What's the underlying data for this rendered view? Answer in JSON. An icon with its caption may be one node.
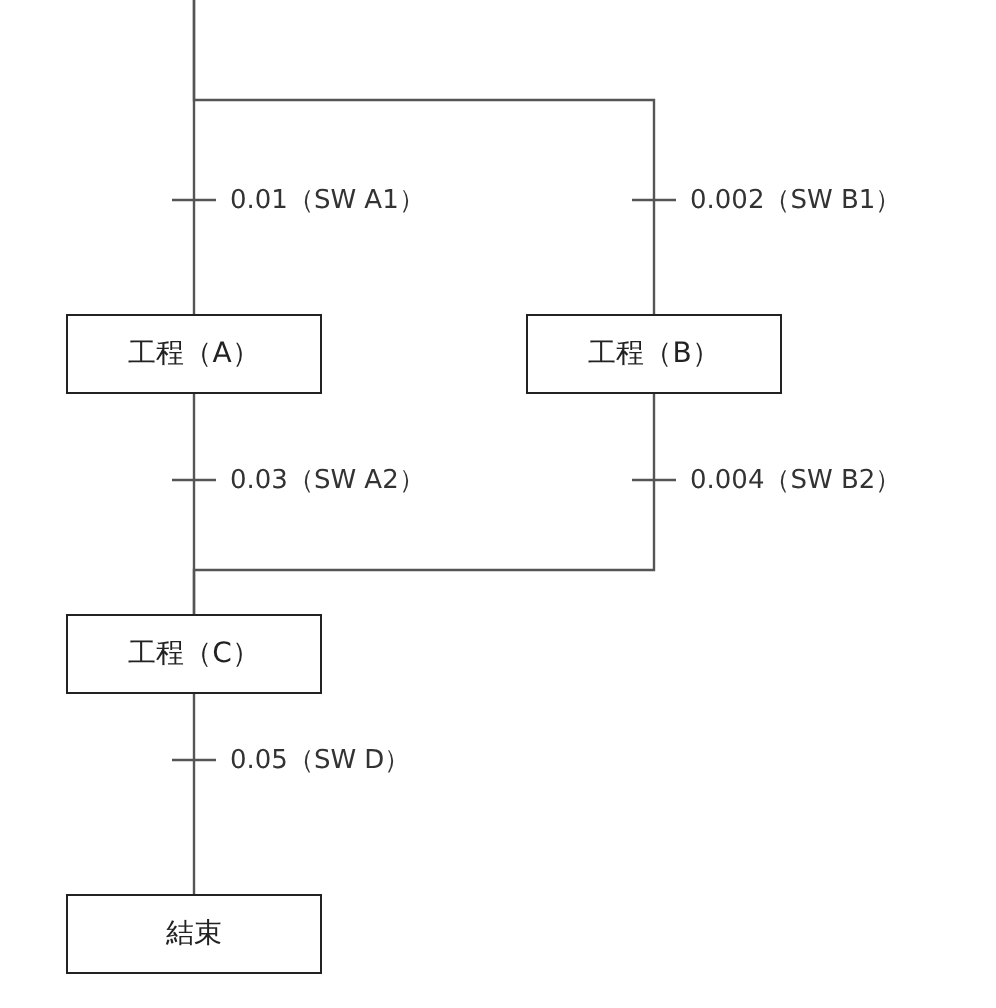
{
  "diagram": {
    "nodes": [
      {
        "text": [
          "工程（A）"
        ]
      },
      {
        "text": [
          "工程（B）"
        ]
      },
      {
        "text": [
          "工程（C）"
        ]
      },
      {
        "text": [
          "結束"
        ]
      }
    ],
    "edges": [
      {
        "from": null,
        "to": 0,
        "arrow": "none",
        "label": "0.01（SW A1）"
      },
      {
        "from": null,
        "to": 1,
        "arrow": "none",
        "label": "0.002（SW B1）"
      },
      {
        "from": 0,
        "to": 2,
        "arrow": "none",
        "label": "0.03（SW A2）"
      },
      {
        "from": 1,
        "to": 2,
        "arrow": "none",
        "label": "0.004（SW B2）"
      },
      {
        "from": 2,
        "to": 3,
        "arrow": "none",
        "label": "0.05（SW D）"
      }
    ]
  }
}
